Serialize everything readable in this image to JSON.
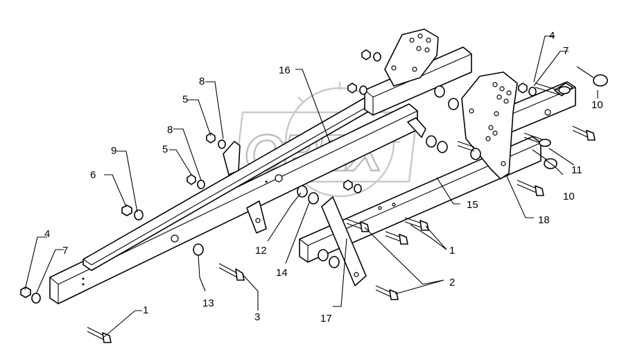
{
  "watermark": {
    "text": "OPEX"
  },
  "callouts": [
    {
      "id": "c1a",
      "text": "1"
    },
    {
      "id": "c1b",
      "text": "1"
    },
    {
      "id": "c2",
      "text": "2"
    },
    {
      "id": "c3",
      "text": "3"
    },
    {
      "id": "c4a",
      "text": "4"
    },
    {
      "id": "c4b",
      "text": "4"
    },
    {
      "id": "c5a",
      "text": "5"
    },
    {
      "id": "c5b",
      "text": "5"
    },
    {
      "id": "c6",
      "text": "6"
    },
    {
      "id": "c7a",
      "text": "7"
    },
    {
      "id": "c7b",
      "text": "7"
    },
    {
      "id": "c8a",
      "text": "8"
    },
    {
      "id": "c8b",
      "text": "8"
    },
    {
      "id": "c9",
      "text": "9"
    },
    {
      "id": "c10a",
      "text": "10"
    },
    {
      "id": "c10b",
      "text": "10"
    },
    {
      "id": "c11",
      "text": "11"
    },
    {
      "id": "c12",
      "text": "12"
    },
    {
      "id": "c13",
      "text": "13"
    },
    {
      "id": "c14",
      "text": "14"
    },
    {
      "id": "c15",
      "text": "15"
    },
    {
      "id": "c16",
      "text": "16"
    },
    {
      "id": "c17",
      "text": "17"
    },
    {
      "id": "c18",
      "text": "18"
    }
  ]
}
